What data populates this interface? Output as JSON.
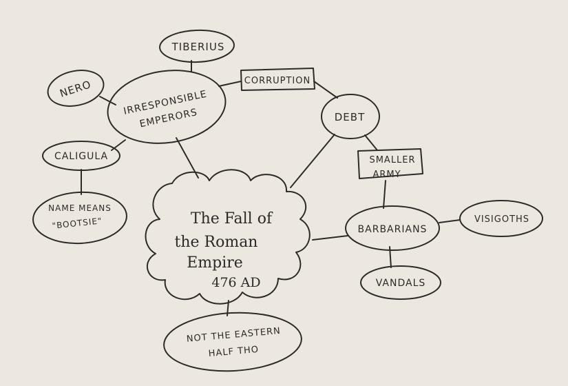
{
  "center": {
    "lines": [
      "The Fall of",
      "the Roman",
      "Empire",
      "476 AD"
    ]
  },
  "nodes": {
    "tiberius": "TIBERIUS",
    "nero": "NERO",
    "irresponsible_emperors": [
      "IRRESPONSIBLE",
      "EMPERORS"
    ],
    "corruption": "CORRUPTION",
    "debt": "DEBT",
    "caligula": "CALIGULA",
    "name_means": [
      "NAME MEANS",
      "\"BOOTSIE\""
    ],
    "smaller_army": [
      "SMALLER",
      "ARMY"
    ],
    "barbarians": "BARBARIANS",
    "visigoths": "VISIGOTHS",
    "vandals": "VANDALS",
    "not_eastern": [
      "NOT THE EASTERN",
      "HALF THO"
    ]
  }
}
